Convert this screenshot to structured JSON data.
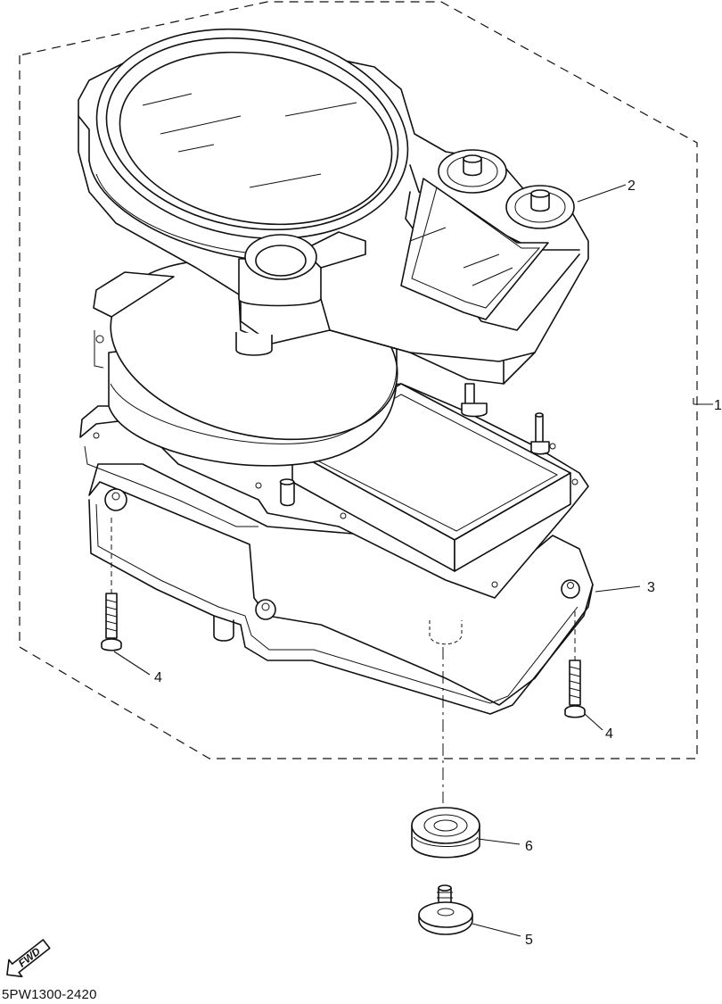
{
  "diagram": {
    "callouts": [
      {
        "id": "1",
        "label": "1"
      },
      {
        "id": "2",
        "label": "2"
      },
      {
        "id": "3",
        "label": "3"
      },
      {
        "id": "4a",
        "label": "4"
      },
      {
        "id": "4b",
        "label": "4"
      },
      {
        "id": "5",
        "label": "5"
      },
      {
        "id": "6",
        "label": "6"
      }
    ],
    "direction_label": "FWD",
    "drawing_code": "5PW1300-2420"
  }
}
